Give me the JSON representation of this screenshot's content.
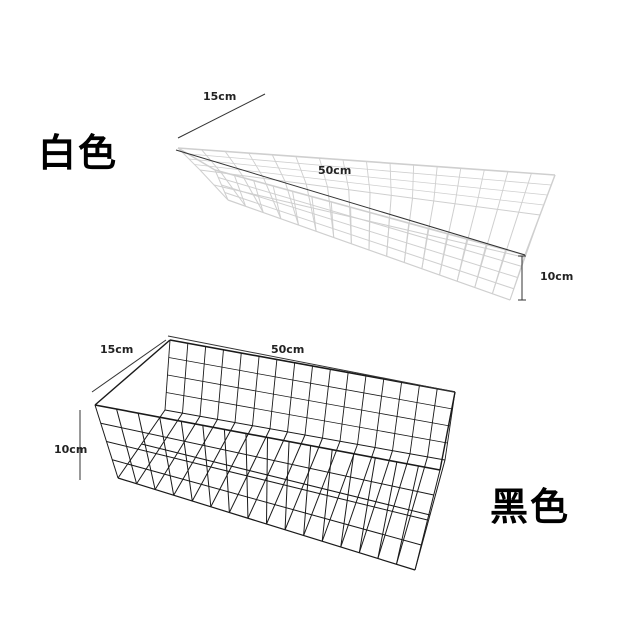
{
  "white": {
    "color_label": "白色",
    "width_label": "15cm",
    "length_label": "50cm",
    "height_label": "10cm",
    "wire_color": "#cfcfcf"
  },
  "black": {
    "color_label": "黑色",
    "width_label": "15cm",
    "length_label": "50cm",
    "height_label": "10cm",
    "wire_color": "#1a1a1a"
  }
}
